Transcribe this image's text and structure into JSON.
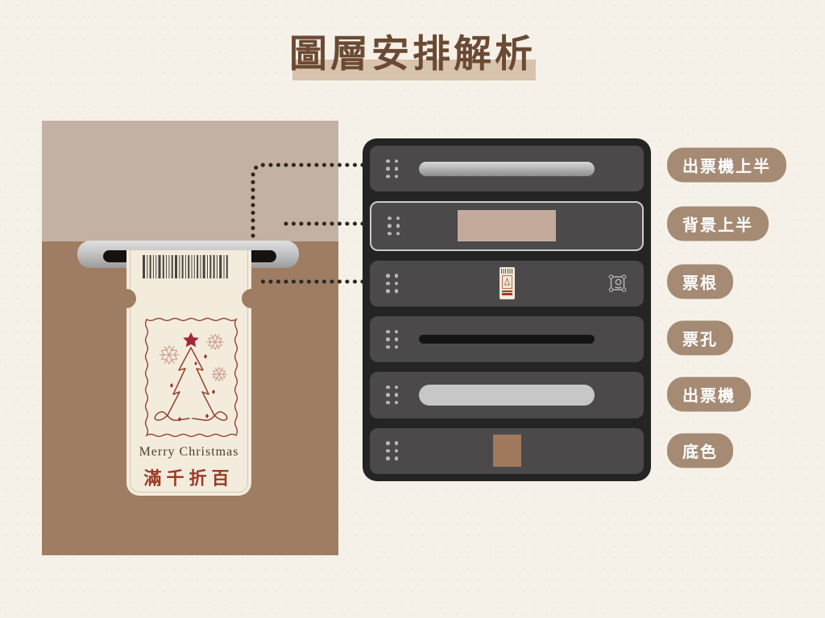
{
  "page": {
    "title": "圖層安排解析"
  },
  "canvas_preview": {
    "ticket": {
      "greeting": "Merry Christmas",
      "promo": "滿千折百"
    }
  },
  "layers_panel": {
    "rows": [
      {
        "label": "出票機上半",
        "thumb": "gray-gradient-pill",
        "selected": false
      },
      {
        "label": "背景上半",
        "thumb": "tan-rectangle",
        "selected": true
      },
      {
        "label": "票根",
        "thumb": "ticket-thumbnail",
        "selected": false,
        "badge": "frame-icon"
      },
      {
        "label": "票孔",
        "thumb": "black-pill",
        "selected": false
      },
      {
        "label": "出票機",
        "thumb": "light-gray-pill",
        "selected": false
      },
      {
        "label": "底色",
        "thumb": "brown-square",
        "selected": false
      }
    ]
  },
  "colors": {
    "page_background": "#f5f1e8",
    "title_text": "#6b4a33",
    "title_highlight": "#d8c3ae",
    "background_top": "#c3b1a4",
    "background_bottom": "#9e7d62",
    "panel_background": "#242424",
    "row_background": "#4b4949",
    "selected_border": "#cbcbcb",
    "label_pill": "#a58a74",
    "ticket_cream": "#f3ecdc",
    "ticket_red": "#9a3a26",
    "connector_dots": "#2d2824"
  }
}
